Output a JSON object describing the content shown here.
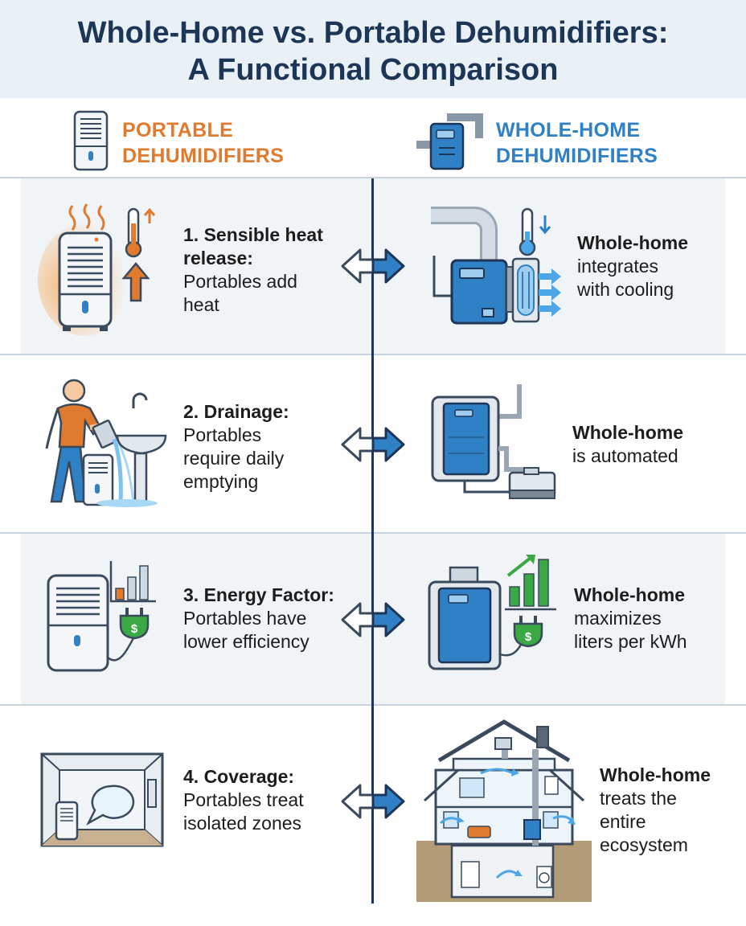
{
  "title": {
    "line1": "Whole-Home vs. Portable Dehumidifiers:",
    "line2": "A Functional Comparison"
  },
  "columns": {
    "left": {
      "line1": "PORTABLE",
      "line2": "DEHUMIDIFIERS",
      "color": "#e07a2e",
      "icon": "portable-dehumidifier-icon"
    },
    "right": {
      "line1": "WHOLE-HOME",
      "line2": "DEHUMIDIFIERS",
      "color": "#2f80c4",
      "icon": "whole-home-unit-icon"
    }
  },
  "rows": [
    {
      "left": {
        "heading_a": "1. Sensible heat",
        "heading_b": "release:",
        "body_a": "Portables add",
        "body_b": "heat"
      },
      "right": {
        "line1": "Whole-home",
        "line2": "integrates",
        "line3": "with cooling"
      }
    },
    {
      "left": {
        "heading_a": "2. Drainage:",
        "body_a": "Portables",
        "body_b": "require daily",
        "body_c": "emptying"
      },
      "right": {
        "line1": "Whole-home",
        "line2": "is automated"
      }
    },
    {
      "left": {
        "heading_a": "3. Energy Factor:",
        "body_a": "Portables have",
        "body_b": "lower efficiency"
      },
      "right": {
        "line1": "Whole-home",
        "line2": "maximizes",
        "line3": "liters per kWh"
      }
    },
    {
      "left": {
        "heading_a": "4. Coverage:",
        "body_a": "Portables treat",
        "body_b": "isolated zones"
      },
      "right": {
        "line1": "Whole-home",
        "line2": "treats the",
        "line3": "entire",
        "line4": "ecosystem"
      }
    }
  ],
  "colors": {
    "navy": "#1d3557",
    "orange": "#e07a2e",
    "blue": "#2f80c4",
    "green": "#3aa845"
  }
}
